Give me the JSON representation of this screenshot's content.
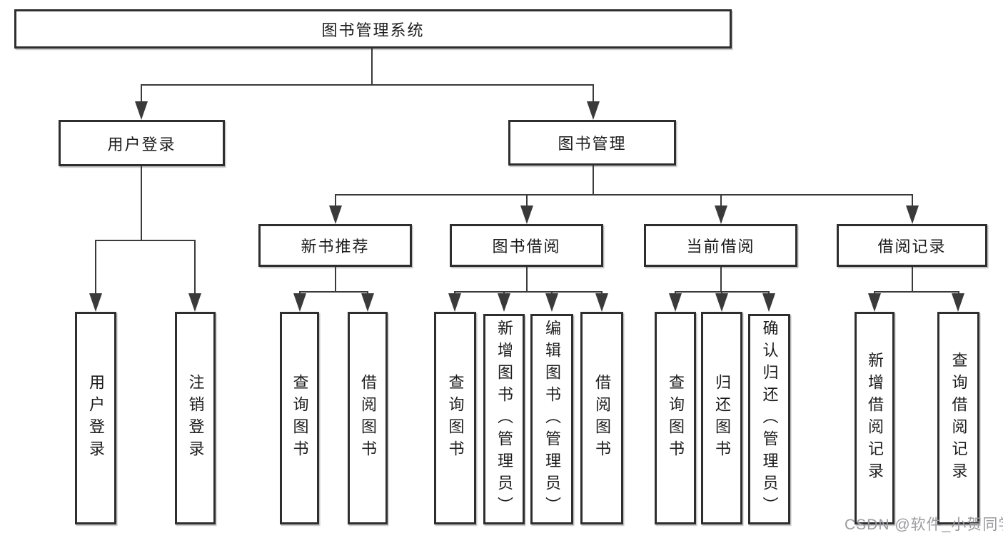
{
  "nodes": {
    "root": "图书管理系统",
    "user_login": "用户登录",
    "book_management": "图书管理",
    "new_book_recommend": "新书推荐",
    "book_borrow": "图书借阅",
    "current_borrow": "当前借阅",
    "borrow_record": "借阅记录",
    "leaf_user_login": "用户登录",
    "leaf_logout": "注销登录",
    "leaf_query_book_a": "查询图书",
    "leaf_borrow_book_a": "借阅图书",
    "leaf_query_book_b": "查询图书",
    "leaf_add_book": "新增图书（管理员）",
    "leaf_edit_book": "编辑图书（管理员）",
    "leaf_borrow_book_b": "借阅图书",
    "leaf_query_book_c": "查询图书",
    "leaf_return_book": "归还图书",
    "leaf_confirm_return": "确认归还（管理员）",
    "leaf_add_borrow_record": "新增借阅记录",
    "leaf_query_borrow_record": "查询借阅记录"
  },
  "hierarchy": {
    "图书管理系统": {
      "用户登录": [
        "用户登录",
        "注销登录"
      ],
      "图书管理": {
        "新书推荐": [
          "查询图书",
          "借阅图书"
        ],
        "图书借阅": [
          "查询图书",
          "新增图书（管理员）",
          "编辑图书（管理员）",
          "借阅图书"
        ],
        "当前借阅": [
          "查询图书",
          "归还图书",
          "确认归还（管理员）"
        ],
        "借阅记录": [
          "新增借阅记录",
          "查询借阅记录"
        ]
      }
    }
  },
  "watermark": "CSDN @软件_小贺同学",
  "colors": {
    "background": "#ffffff",
    "line": "#3a3a3a",
    "box_border": "#2e2e2e",
    "text": "#1c1c1c",
    "watermark": "#9b9ba0"
  }
}
